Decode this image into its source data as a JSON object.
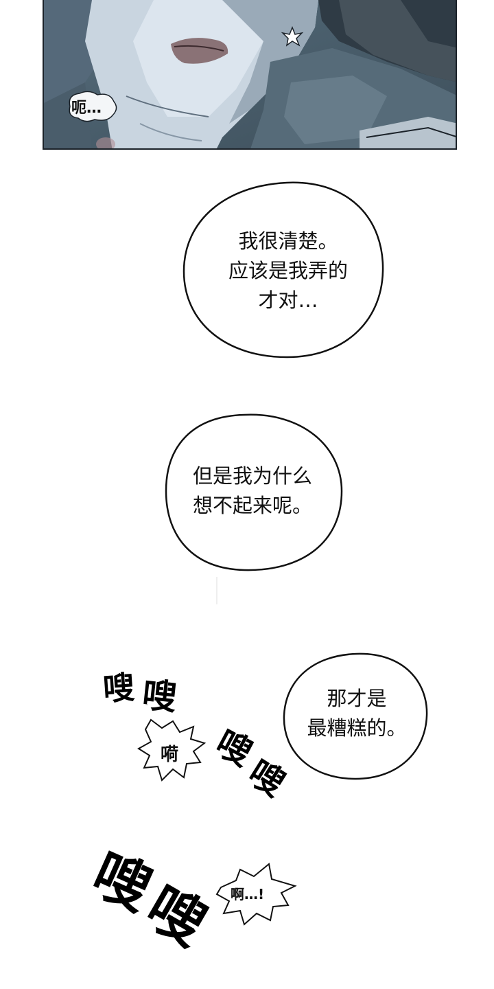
{
  "panel_top": {
    "sfx_bubble": "呃…"
  },
  "bubbles": {
    "speech1": "我很清楚。\n应该是我弄的\n才对…",
    "speech2": "但是我为什么\n想不起来呢。",
    "speech3": "那才是\n最糟糕的。"
  },
  "sfx": {
    "sou_a1": "嗖",
    "sou_a2": "嗖",
    "qi": "嗬",
    "sou_b1": "嗖",
    "sou_b2": "嗖",
    "sou_c1": "嗖",
    "sou_c2": "嗖",
    "a": "啊…!"
  }
}
